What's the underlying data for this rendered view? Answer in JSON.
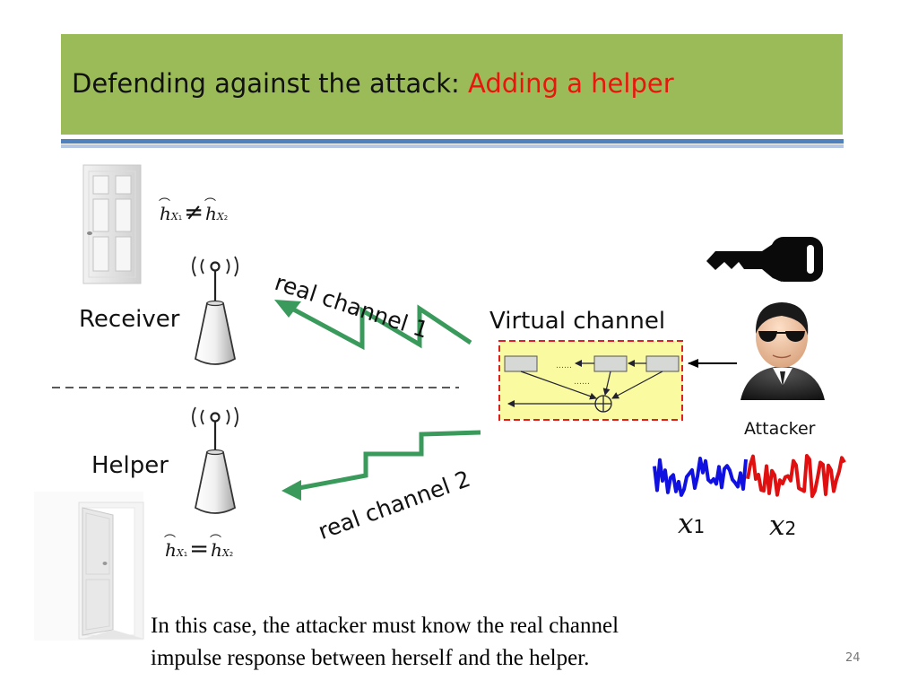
{
  "slide": {
    "title_main": "Defending against the attack: ",
    "title_accent": "Adding a helper",
    "page_number": "24"
  },
  "labels": {
    "receiver": "Receiver",
    "helper": "Helper",
    "virtual_channel": "Virtual channel",
    "attacker": "Attacker",
    "real_channel_1": "real channel 1",
    "real_channel_2": "real channel 2",
    "x1_base": "x",
    "x1_sub": "1",
    "x2_base": "x",
    "x2_sub": "2"
  },
  "equations": {
    "receiver": {
      "lhs": "h",
      "lhs_sub": "X",
      "lhs_subsub": "1",
      "op": "≠",
      "rhs": "h",
      "rhs_sub": "X",
      "rhs_subsub": "2"
    },
    "helper": {
      "lhs": "h",
      "lhs_sub": "X",
      "lhs_subsub": "1",
      "op": "=",
      "rhs": "h",
      "rhs_sub": "X",
      "rhs_subsub": "2"
    }
  },
  "caption": {
    "line1": "In this case, the attacker must know the real channel",
    "line2": "impulse response between herself and the helper."
  },
  "colors": {
    "title_bar": "#9bbb59",
    "accent": "#e8160c",
    "arrow_green": "#3a9a5b",
    "virtual_box_fill": "#fafaa0",
    "virtual_box_border": "#e02020",
    "signal_x1": "#1010e0",
    "signal_x2": "#e01010"
  }
}
